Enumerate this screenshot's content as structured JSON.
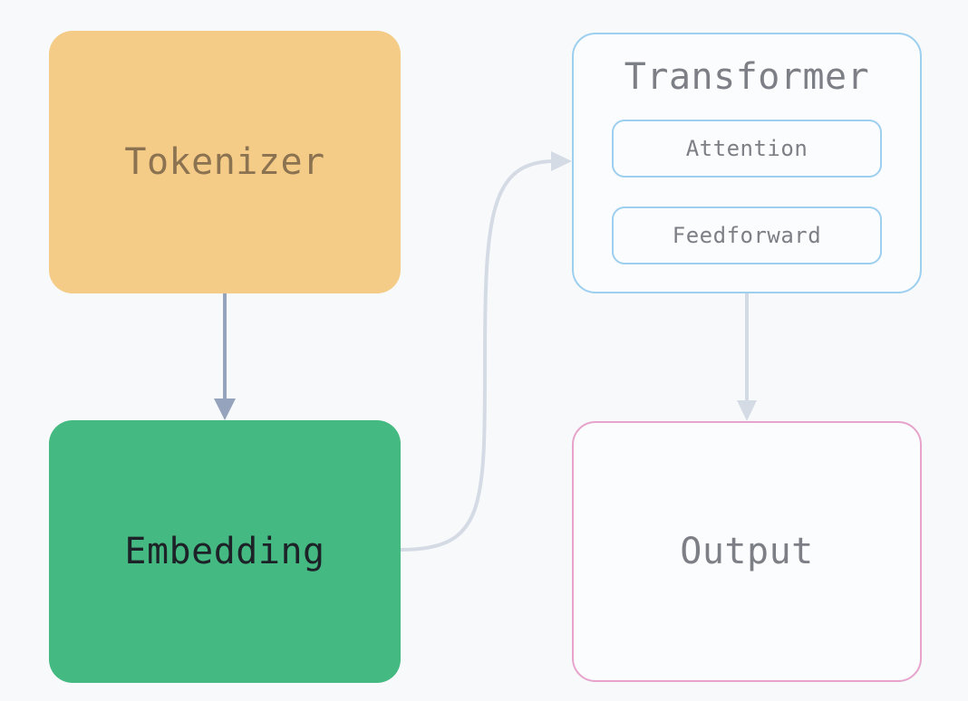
{
  "nodes": {
    "tokenizer": {
      "label": "Tokenizer"
    },
    "embedding": {
      "label": "Embedding"
    },
    "transformer": {
      "label": "Transformer",
      "children": {
        "attention": "Attention",
        "feedforward": "Feedforward"
      }
    },
    "output": {
      "label": "Output"
    }
  },
  "edges": [
    {
      "from": "Tokenizer",
      "to": "Embedding"
    },
    {
      "from": "Embedding",
      "to": "Transformer"
    },
    {
      "from": "Transformer",
      "to": "Output"
    }
  ],
  "colors": {
    "background": "#f8f9fb",
    "tokenizer_fill": "#f4cc88",
    "embedding_fill": "#45b982",
    "transformer_border": "#9dcfee",
    "output_border": "#e6a3cb",
    "edge_primary": "#95a3bd",
    "edge_muted": "#d4dbe4"
  }
}
